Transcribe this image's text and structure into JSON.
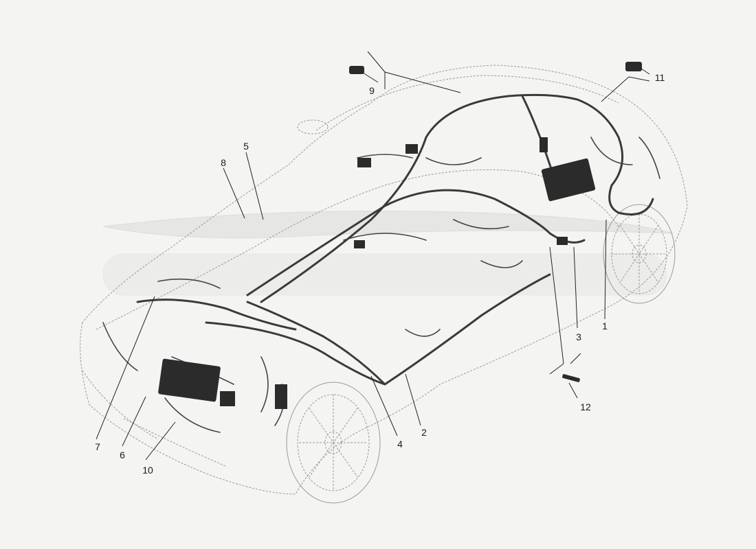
{
  "callouts": [
    {
      "id": "1",
      "label": "1"
    },
    {
      "id": "2",
      "label": "2"
    },
    {
      "id": "3",
      "label": "3"
    },
    {
      "id": "4",
      "label": "4"
    },
    {
      "id": "5",
      "label": "5"
    },
    {
      "id": "6",
      "label": "6"
    },
    {
      "id": "7",
      "label": "7"
    },
    {
      "id": "8",
      "label": "8"
    },
    {
      "id": "9",
      "label": "9"
    },
    {
      "id": "10",
      "label": "10"
    },
    {
      "id": "11",
      "label": "11"
    },
    {
      "id": "12",
      "label": "12"
    }
  ],
  "colors": {
    "background": "#f4f4f2",
    "harness": "#3a3a3a",
    "car_outline": "#9a9a9a"
  }
}
